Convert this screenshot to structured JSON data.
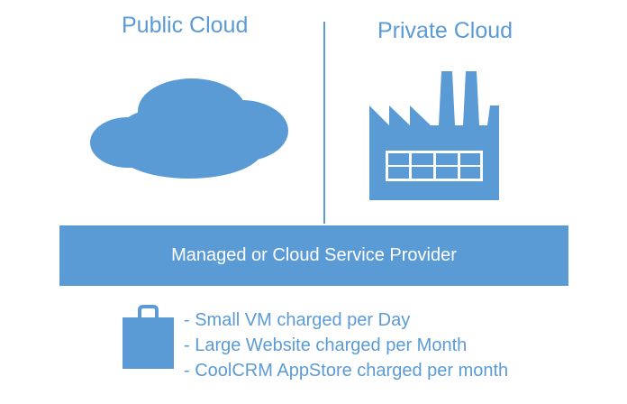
{
  "colors": {
    "accent": "#5b9bd5"
  },
  "public_cloud": {
    "title": "Public Cloud",
    "icon": "cloud-icon"
  },
  "private_cloud": {
    "title": "Private Cloud",
    "icon": "factory-icon"
  },
  "provider": {
    "label": "Managed or Cloud Service Provider"
  },
  "billing": {
    "icon": "shopping-bag-icon",
    "items": [
      "- Small VM charged per Day",
      "- Large Website charged per Month",
      "- CoolCRM AppStore charged per month"
    ]
  }
}
